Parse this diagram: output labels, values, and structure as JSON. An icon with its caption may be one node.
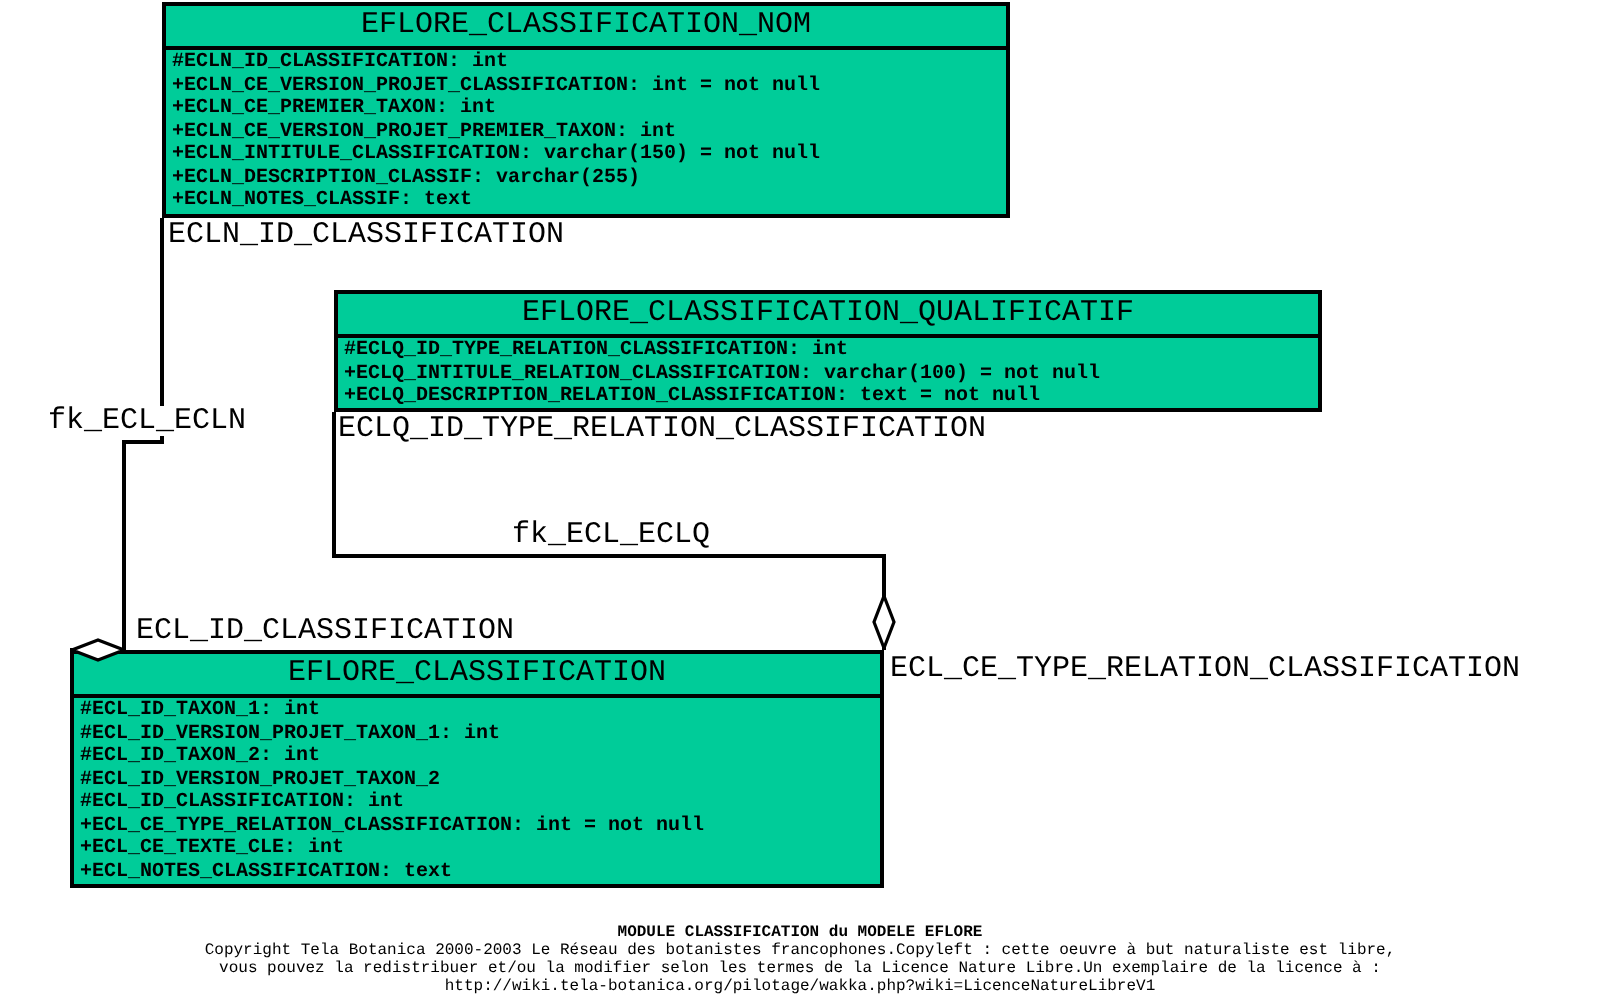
{
  "diagram": {
    "title": "MODULE CLASSIFICATION du MODELE EFLORE",
    "caption": "Copyright Tela Botanica 2000-2003 Le Réseau des botanistes francophones.Copyleft : cette oeuvre à but naturaliste est libre, vous pouvez la redistribuer et/ou la modifier selon les termes de la Licence Nature Libre.Un exemplaire de la licence à : http://wiki.tela-botanica.org/pilotage/wakka.php?wiki=LicenceNatureLibreV1",
    "nodes": [
      {
        "text": [
          "EFLORE_CLASSIFICATION_NOM",
          "#ECLN_ID_CLASSIFICATION: int",
          "+ECLN_CE_VERSION_PROJET_CLASSIFICATION: int = not null",
          "+ECLN_CE_PREMIER_TAXON: int",
          "+ECLN_CE_VERSION_PROJET_PREMIER_TAXON: int",
          "+ECLN_INTITULE_CLASSIFICATION: varchar(150) = not null",
          "+ECLN_DESCRIPTION_CLASSIF: varchar(255)",
          "+ECLN_NOTES_CLASSIF: text"
        ]
      },
      {
        "text": [
          "EFLORE_CLASSIFICATION_QUALIFICATIF",
          "#ECLQ_ID_TYPE_RELATION_CLASSIFICATION: int",
          "+ECLQ_INTITULE_RELATION_CLASSIFICATION: varchar(100) = not null",
          "+ECLQ_DESCRIPTION_RELATION_CLASSIFICATION: text = not null"
        ]
      },
      {
        "text": [
          "EFLORE_CLASSIFICATION",
          "#ECL_ID_TAXON_1: int",
          "#ECL_ID_VERSION_PROJET_TAXON_1: int",
          "#ECL_ID_TAXON_2: int",
          "#ECL_ID_VERSION_PROJET_TAXON_2",
          "#ECL_ID_CLASSIFICATION: int",
          "+ECL_CE_TYPE_RELATION_CLASSIFICATION: int = not null",
          "+ECL_CE_TEXTE_CLE: int",
          "+ECL_NOTES_CLASSIFICATION: text"
        ]
      }
    ],
    "edges": [
      {
        "from": 0,
        "to": 2,
        "arrow": "other",
        "label": "fk_ECL_ECLN"
      },
      {
        "from": 1,
        "to": 2,
        "arrow": "other",
        "label": "fk_ECL_ECLQ"
      }
    ],
    "labels": [
      "ECLN_ID_CLASSIFICATION",
      "ECLQ_ID_TYPE_RELATION_CLASSIFICATION",
      "ECL_ID_CLASSIFICATION",
      "ECL_CE_TYPE_RELATION_CLASSIFICATION"
    ]
  }
}
